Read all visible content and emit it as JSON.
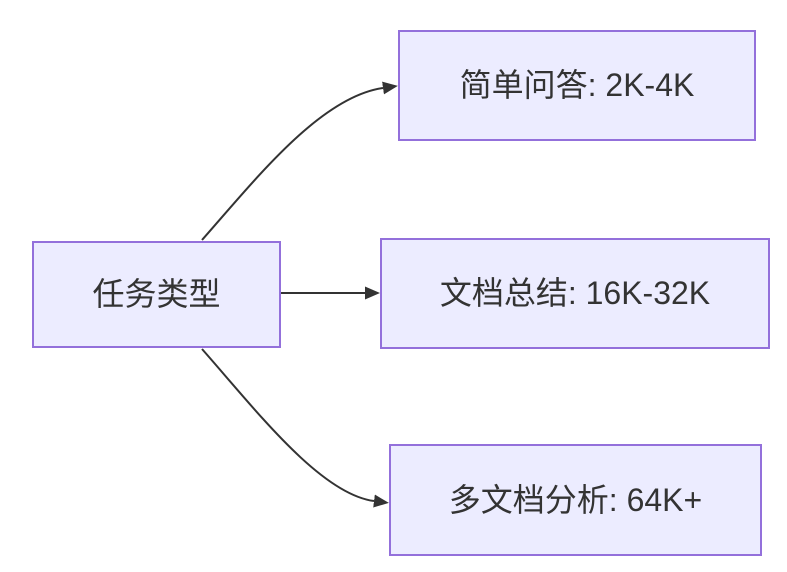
{
  "diagram": {
    "type": "flowchart-lr",
    "root": {
      "label": "任务类型"
    },
    "children": [
      {
        "label": "简单问答: 2K-4K"
      },
      {
        "label": "文档总结: 16K-32K"
      },
      {
        "label": "多文档分析: 64K+"
      }
    ],
    "edges": [
      {
        "from": "任务类型",
        "to": "简单问答: 2K-4K"
      },
      {
        "from": "任务类型",
        "to": "文档总结: 16K-32K"
      },
      {
        "from": "任务类型",
        "to": "多文档分析: 64K+"
      }
    ],
    "colors": {
      "node_fill": "#ECECFF",
      "node_border": "#9370DB",
      "edge": "#333333",
      "text": "#333333",
      "background": "#FFFFFF"
    }
  }
}
